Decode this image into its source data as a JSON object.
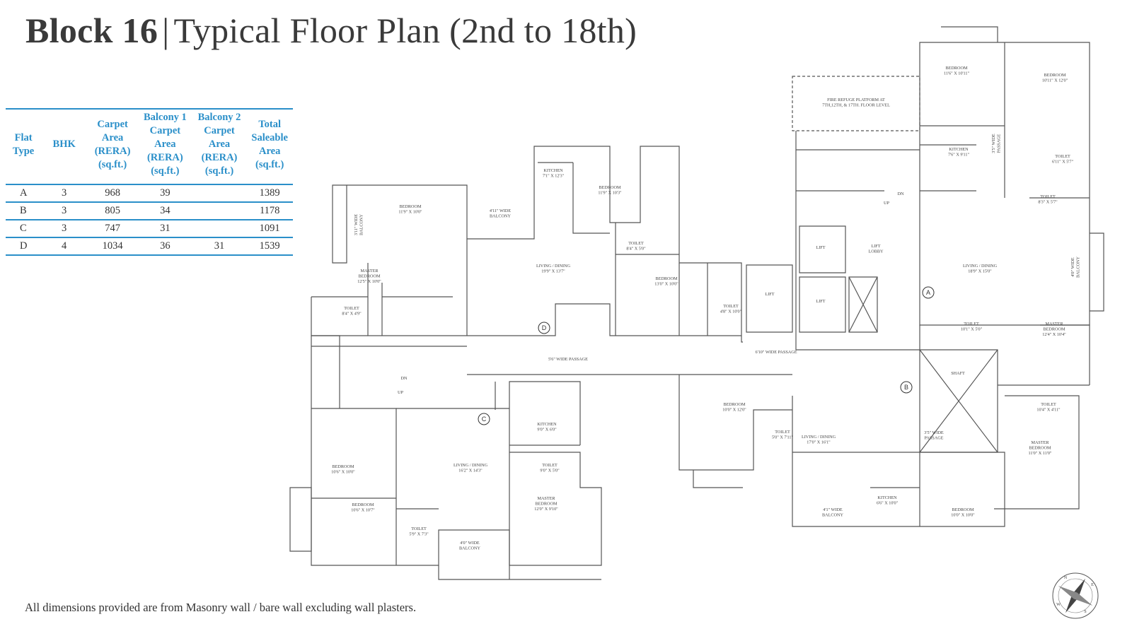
{
  "title": {
    "block": "Block 16",
    "separator": "|",
    "subtitle": "Typical Floor Plan (2nd to 18th)"
  },
  "table": {
    "headers": [
      [
        "Flat",
        "Type"
      ],
      [
        "BHK"
      ],
      [
        "Carpet",
        "Area",
        "(RERA)",
        "(sq.ft.)"
      ],
      [
        "Balcony 1",
        "Carpet",
        "Area",
        "(RERA)",
        "(sq.ft.)"
      ],
      [
        "Balcony 2",
        "Carpet",
        "Area",
        "(RERA)",
        "(sq.ft.)"
      ],
      [
        "Total",
        "Saleable",
        "Area",
        "(sq.ft.)"
      ]
    ],
    "rows": [
      [
        "A",
        "3",
        "968",
        "39",
        "",
        "1389"
      ],
      [
        "B",
        "3",
        "805",
        "34",
        "",
        "1178"
      ],
      [
        "C",
        "3",
        "747",
        "31",
        "",
        "1091"
      ],
      [
        "D",
        "4",
        "1034",
        "36",
        "31",
        "1539"
      ]
    ]
  },
  "rooms": {
    "d_bed1": [
      "BEDROOM",
      "11'9\" X 10'0\""
    ],
    "d_balc_side": [
      "3'11\" WIDE",
      "BALCONY"
    ],
    "d_balc_top": [
      "4'11\" WIDE",
      "BALCONY"
    ],
    "d_kitchen": [
      "KITCHEN",
      "7'1\" X 12'3\""
    ],
    "d_bed2": [
      "BEDROOM",
      "11'9\" X 10'3\""
    ],
    "d_living": [
      "LIVING / DINING",
      "19'9\" X 13'7\""
    ],
    "d_master": [
      "MASTER",
      "BEDROOM",
      "12'5\" X 10'0\""
    ],
    "d_toilet1": [
      "TOILET",
      "8'4\" X 4'9\""
    ],
    "d_toilet2": [
      "TOILET",
      "8'4\" X 5'0\""
    ],
    "d_bed3": [
      "BEDROOM",
      "13'0\" X 10'0\""
    ],
    "d_toilet3": [
      "TOILET",
      "4'8\" X 10'0\""
    ],
    "fire_refuge": [
      "FIRE REFUGE PLATFORM AT",
      "7TH,12TH, & 17TH. FLOOR LEVEL"
    ],
    "lift_lobby": [
      "LIFT",
      "LOBBY"
    ],
    "lift": "LIFT",
    "up": "UP",
    "dn": "DN",
    "passage_1": "5'6\" WIDE PASSAGE",
    "passage_2": "6'10\" WIDE PASSAGE",
    "passage_3": [
      "3'5\" WIDE",
      "PASSAGE"
    ],
    "passage_4": [
      "3'5\" WIDE",
      "PASSAGE"
    ],
    "a_bed1": [
      "BEDROOM",
      "11'6\" X 10'11\""
    ],
    "a_bed2": [
      "BEDROOM",
      "10'11\" X 12'0\""
    ],
    "a_kitchen": [
      "KITCHEN",
      "7'6\" X 9'11\""
    ],
    "a_toilet1": [
      "TOILET",
      "6'11\" X 5'7\""
    ],
    "a_toilet2": [
      "TOILET",
      "8'3\" X 5'7\""
    ],
    "a_living": [
      "LIVING / DINING",
      "18'9\" X 15'0\""
    ],
    "a_balcony": [
      "4'0\" WIDE",
      "BALCONY"
    ],
    "b_toilet1": [
      "TOILET",
      "10'1\" X 5'0\""
    ],
    "b_master1": [
      "MASTER",
      "BEDROOM",
      "12'4\" X 10'4\""
    ],
    "shaft": "SHAFT",
    "b_toilet2": [
      "TOILET",
      "10'4\" X 4'11\""
    ],
    "b_master2": [
      "MASTER",
      "BEDROOM",
      "11'0\" X 11'0\""
    ],
    "b_bed": [
      "BEDROOM",
      "10'0\" X 10'0\""
    ],
    "b_kitchen": [
      "KITCHEN",
      "6'6\" X 10'0\""
    ],
    "b_living": [
      "LIVING / DINING",
      "17'0\" X 16'1\""
    ],
    "b_balcony": [
      "4'1\" WIDE",
      "BALCONY"
    ],
    "b_bed2": [
      "BEDROOM",
      "10'0\" X 12'0\""
    ],
    "b_toilet3": [
      "TOILET",
      "5'0\" X 7'11\""
    ],
    "c_kitchen": [
      "KITCHEN",
      "9'0\" X 6'0\""
    ],
    "c_toilet1": [
      "TOILET",
      "9'0\" X 5'0\""
    ],
    "c_living": [
      "LIVING / DINING",
      "16'2\" X 14'3\""
    ],
    "c_bed1": [
      "BEDROOM",
      "10'6\" X 10'0\""
    ],
    "c_bed2": [
      "BEDROOM",
      "10'6\" X 10'7\""
    ],
    "c_toilet2": [
      "TOILET",
      "5'9\" X 7'3\""
    ],
    "c_master": [
      "MASTER",
      "BEDROOM",
      "12'0\" X 9'10\""
    ],
    "c_balcony": [
      "4'0\" WIDE",
      "BALCONY"
    ]
  },
  "markers": {
    "a": "A",
    "b": "B",
    "c": "C",
    "d": "D"
  },
  "compass": [
    "N",
    "E",
    "S",
    "W"
  ],
  "footnote": "All dimensions provided are from Masonry wall / bare wall excluding wall plasters.",
  "colors": {
    "accent": "#2a8fc9",
    "title": "#3a3a3a",
    "line": "#555555"
  }
}
